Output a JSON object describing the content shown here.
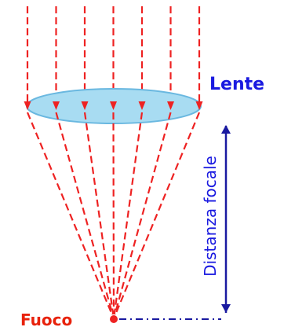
{
  "labels": {
    "lens": "Lente",
    "focal_distance": "Distanza focale",
    "focus": "Fuoco"
  },
  "rays": {
    "count": 7
  },
  "colors": {
    "ray": "#ee2222",
    "lens_fill": "#a8dcf2",
    "lens_stroke": "#6ab8e0",
    "label_blue": "#1a1ae0",
    "focal_bar": "#1a1aa0",
    "focus_point": "#ee2222",
    "focus_label": "#e8220c"
  }
}
